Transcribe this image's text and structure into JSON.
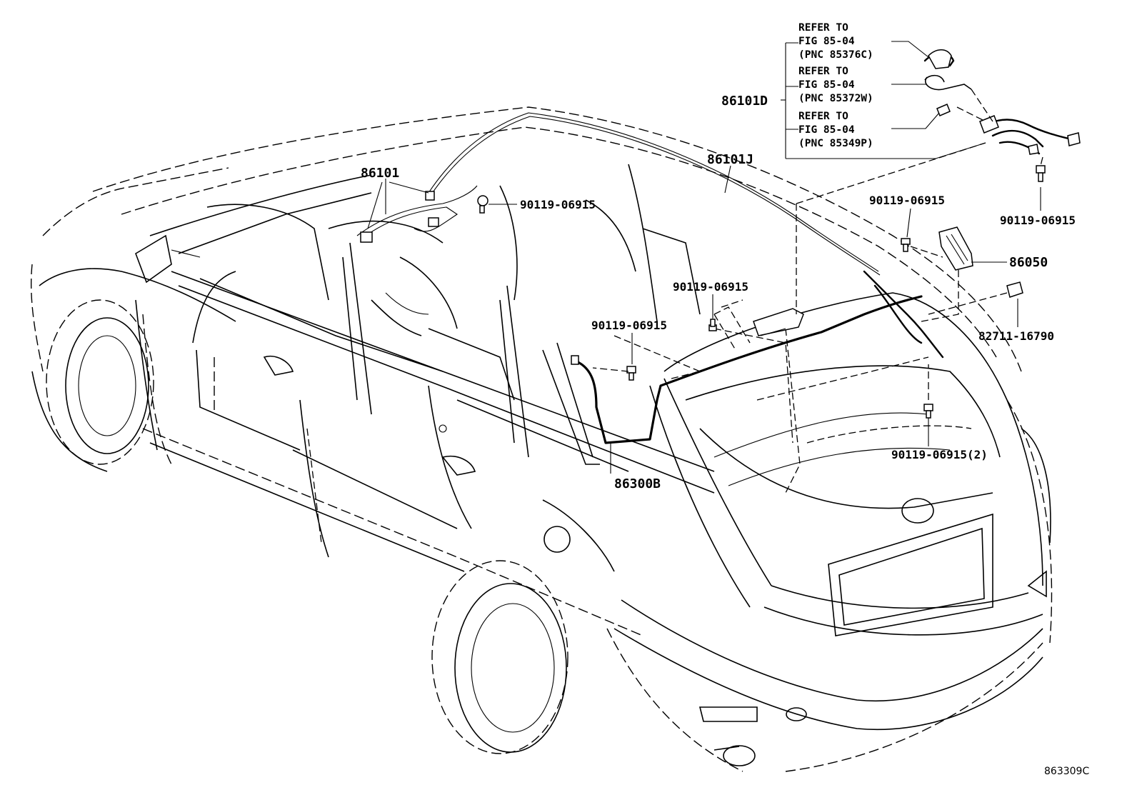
{
  "labels": {
    "pnc_86101d": "86101D",
    "pnc_86101": "86101",
    "pnc_86101j": "86101J",
    "pnc_86050": "86050",
    "pnc_86300b": "86300B",
    "bolt_a": "90119-06915",
    "bolt_b": "90119-06915",
    "bolt_c": "90119-06915",
    "bolt_d": "90119-06915",
    "bolt_e": "90119-06915",
    "bolt_f": "90119-06915(2)",
    "part_82711": "82711-16790",
    "figure_code": "863309C"
  },
  "references": [
    {
      "line1": "REFER TO",
      "line2": "FIG 85-04",
      "line3": "(PNC 85376C)"
    },
    {
      "line1": "REFER TO",
      "line2": "FIG 85-04",
      "line3": "(PNC 85372W)"
    },
    {
      "line1": "REFER TO",
      "line2": "FIG 85-04",
      "line3": "(PNC 85349P)"
    }
  ]
}
